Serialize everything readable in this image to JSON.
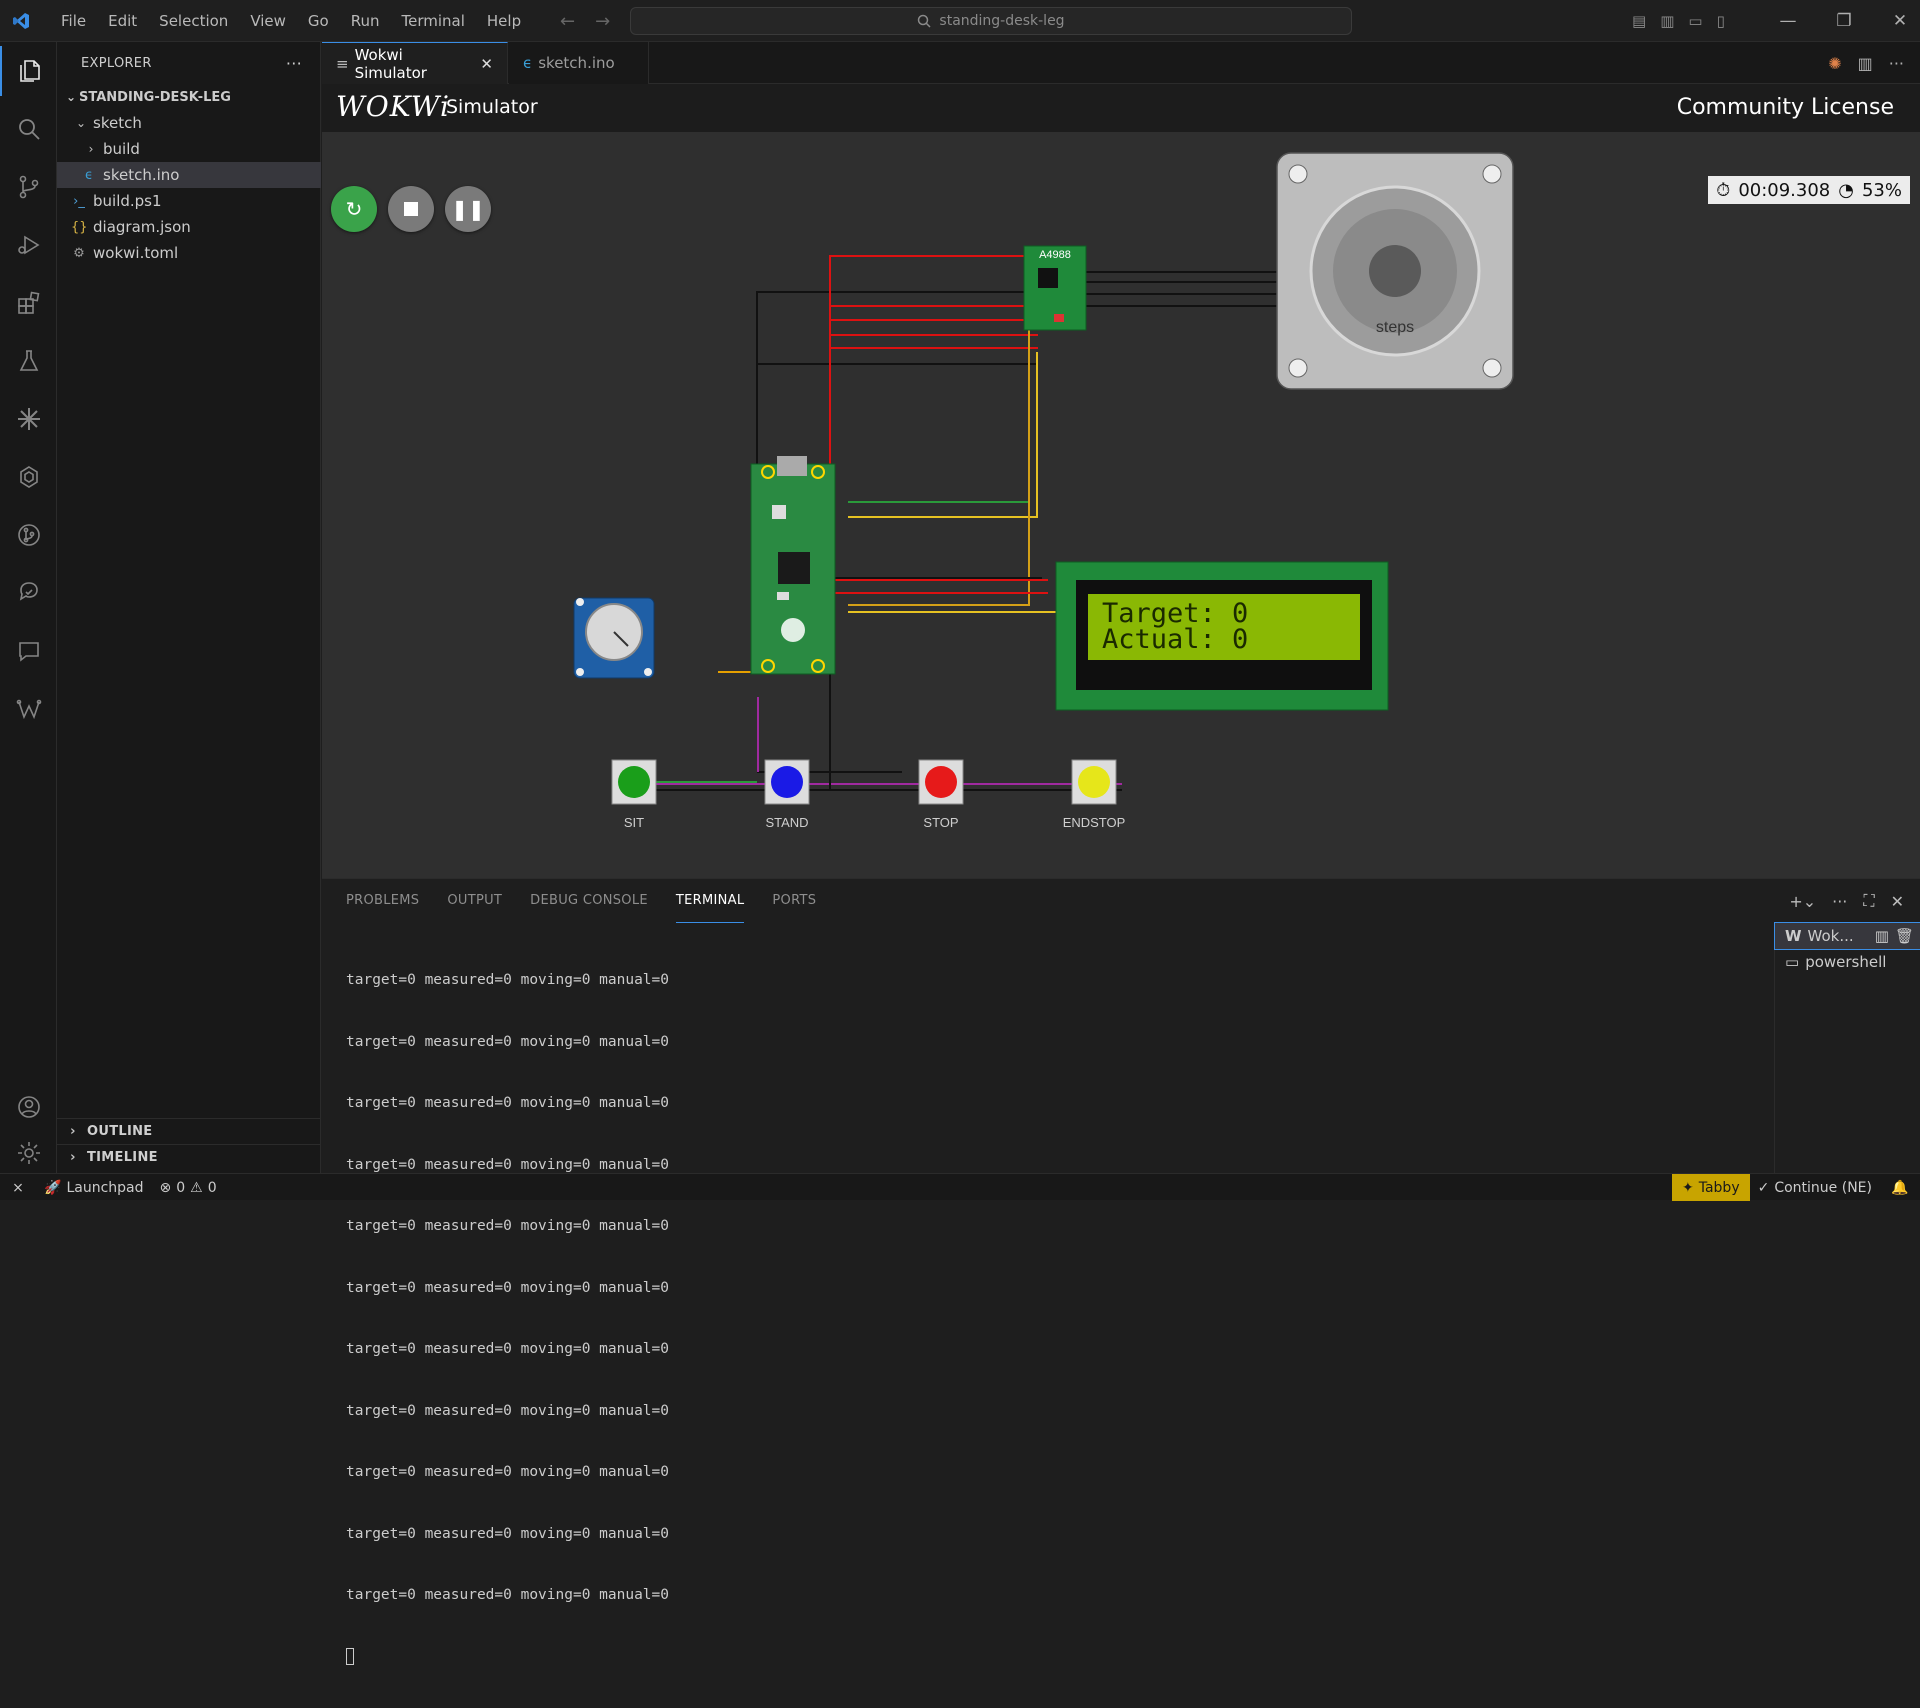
{
  "titlebar": {
    "menu": [
      "File",
      "Edit",
      "Selection",
      "View",
      "Go",
      "Run",
      "Terminal",
      "Help"
    ],
    "search": "standing-desk-leg"
  },
  "sidebar": {
    "title": "EXPLORER",
    "project": "STANDING-DESK-LEG",
    "items": [
      {
        "label": "sketch",
        "type": "folder-open"
      },
      {
        "label": "build",
        "type": "folder-closed"
      },
      {
        "label": "sketch.ino",
        "type": "ino"
      },
      {
        "label": "build.ps1",
        "type": "ps1"
      },
      {
        "label": "diagram.json",
        "type": "json"
      },
      {
        "label": "wokwi.toml",
        "type": "toml"
      }
    ],
    "outline": "OUTLINE",
    "timeline": "TIMELINE"
  },
  "tabs": [
    {
      "label": "Wokwi Simulator",
      "active": true
    },
    {
      "label": "sketch.ino",
      "active": false
    }
  ],
  "wokwi": {
    "logo": "WOKWi",
    "title": "Simulator",
    "license": "Community License",
    "time": "00:09.308",
    "speed": "53%",
    "driver_label": "A4988",
    "motor_label": "steps",
    "lcd": {
      "line1": "Target: 0",
      "line2": "Actual: 0"
    },
    "buttons": [
      {
        "label": "SIT",
        "color": "#1a9e1a"
      },
      {
        "label": "STAND",
        "color": "#1a1ae6"
      },
      {
        "label": "STOP",
        "color": "#e61a1a"
      },
      {
        "label": "ENDSTOP",
        "color": "#e6e61a"
      }
    ]
  },
  "panel": {
    "tabs": [
      "PROBLEMS",
      "OUTPUT",
      "DEBUG CONSOLE",
      "TERMINAL",
      "PORTS"
    ],
    "active_tab": "TERMINAL",
    "lines": [
      "target=0 measured=0 moving=0 manual=0",
      "target=0 measured=0 moving=0 manual=0",
      "target=0 measured=0 moving=0 manual=0",
      "target=0 measured=0 moving=0 manual=0",
      "target=0 measured=0 moving=0 manual=0",
      "target=0 measured=0 moving=0 manual=0",
      "target=0 measured=0 moving=0 manual=0",
      "target=0 measured=0 moving=0 manual=0",
      "target=0 measured=0 moving=0 manual=0",
      "target=0 measured=0 moving=0 manual=0",
      "target=0 measured=0 moving=0 manual=0"
    ],
    "terminals": [
      "Wok...",
      "powershell"
    ]
  },
  "statusbar": {
    "launchpad": "Launchpad",
    "errors": "0",
    "warnings": "0",
    "tabby": "Tabby",
    "continue": "Continue (NE)"
  }
}
